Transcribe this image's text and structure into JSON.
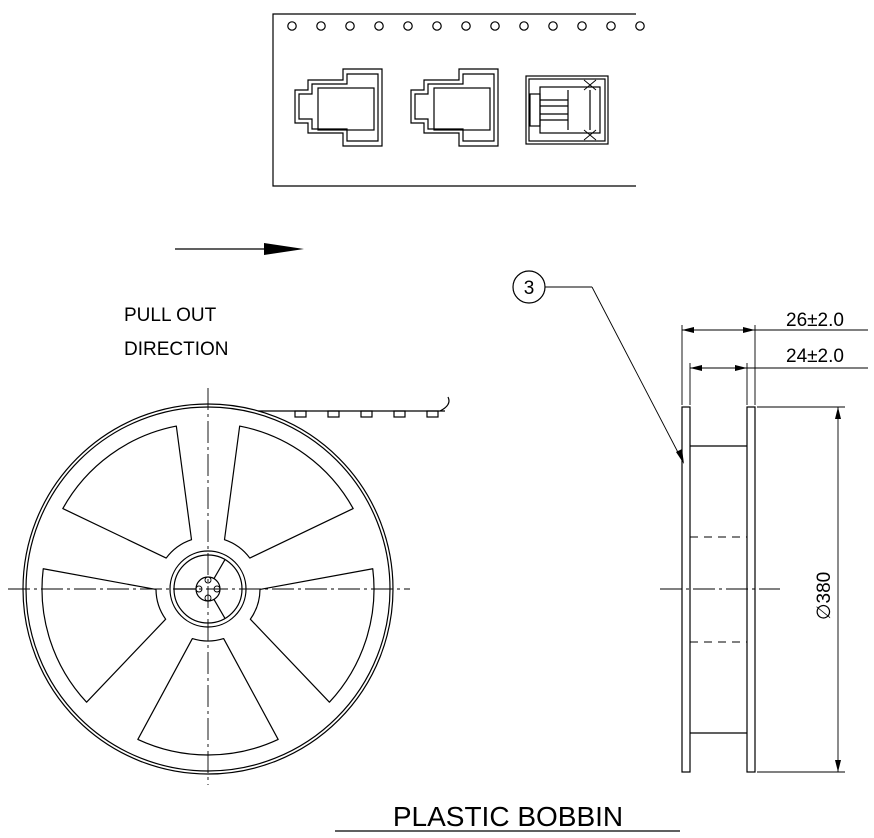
{
  "labels": {
    "pull_line1": "PULL OUT",
    "pull_line2": "DIRECTION",
    "callout": "3",
    "dim_outer_width": "26±2.0",
    "dim_inner_width": "24±2.0",
    "dim_diameter": "∅380",
    "title": "PLASTIC BOBBIN"
  },
  "colors": {
    "line": "#000000",
    "background": "#ffffff"
  }
}
